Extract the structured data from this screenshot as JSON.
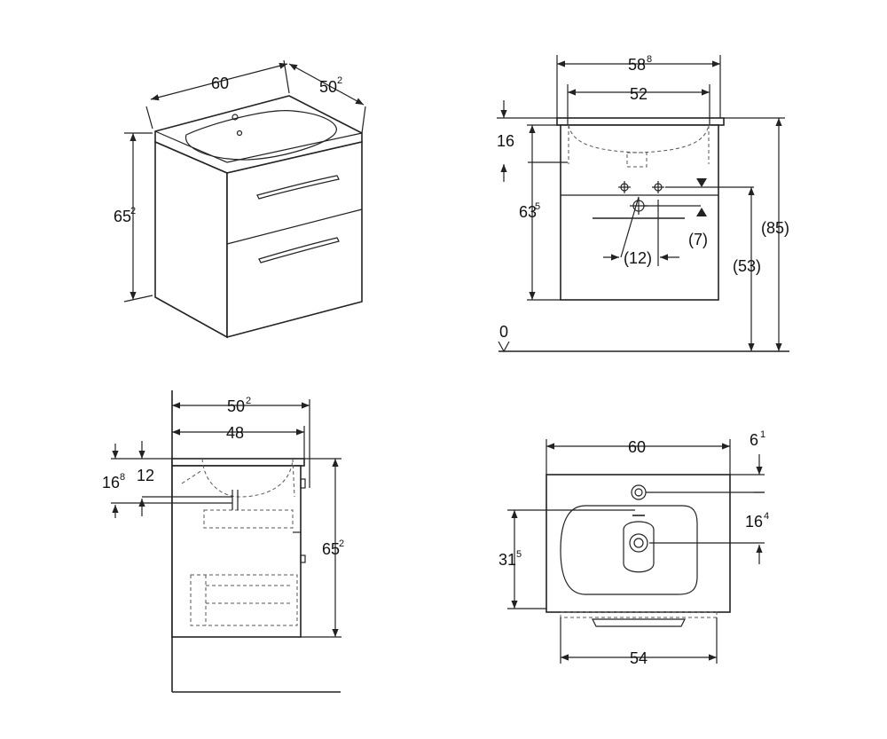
{
  "iso_view": {
    "width": "60",
    "depth": "50",
    "depth_sup": "2",
    "height": "65",
    "height_sup": "2"
  },
  "front_view": {
    "outer_width": "58",
    "outer_width_sup": "8",
    "inner_width": "52",
    "top_offset": "16",
    "cabinet_height": "63",
    "cabinet_height_sup": "5",
    "trap_height": "(7)",
    "trap_width": "(12)",
    "drain_height": "(53)",
    "total_height": "(85)",
    "floor_level": "0"
  },
  "side_view": {
    "outer_depth": "50",
    "outer_depth_sup": "2",
    "inner_depth": "48",
    "top_thickness": "12",
    "bowl_depth": "16",
    "bowl_depth_sup": "8",
    "height": "65",
    "height_sup": "2"
  },
  "top_view": {
    "width": "60",
    "tap_offset": "6",
    "tap_offset_sup": "1",
    "drain_offset": "16",
    "drain_offset_sup": "4",
    "depth": "31",
    "depth_sup": "5",
    "cabinet_width": "54"
  }
}
